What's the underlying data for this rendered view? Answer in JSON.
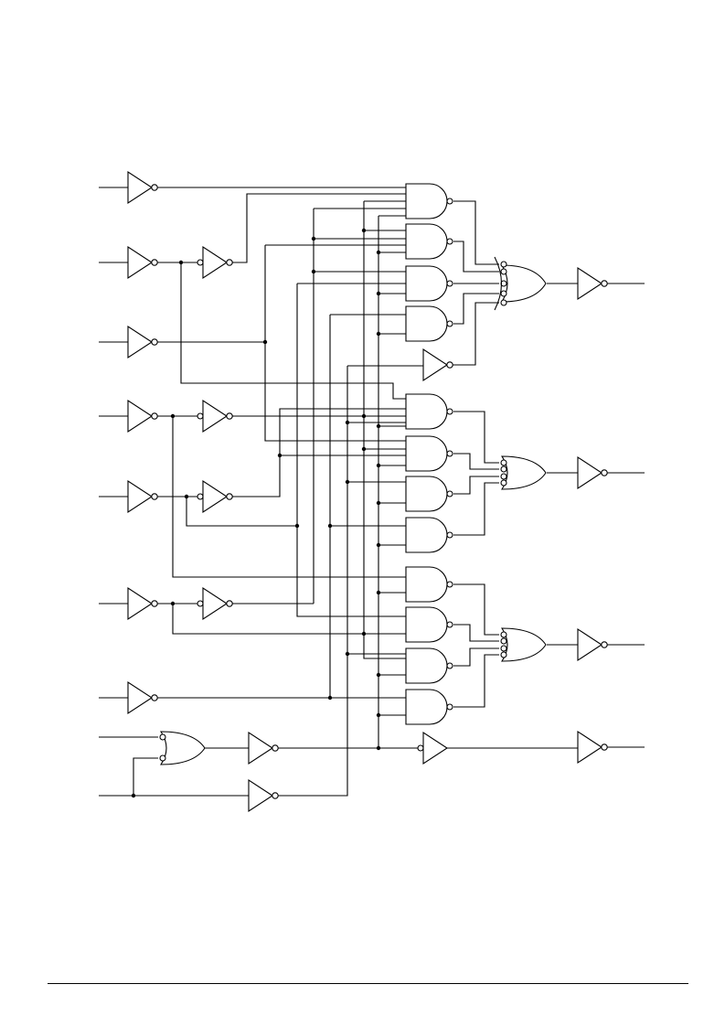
{
  "diagram": {
    "kind": "logic-schematic",
    "line_color": "#000000",
    "background": "#ffffff",
    "inputs": 9,
    "outputs": 4,
    "gate_counts": {
      "inverter": 18,
      "nand": 12,
      "nor": 3,
      "or": 2
    }
  }
}
